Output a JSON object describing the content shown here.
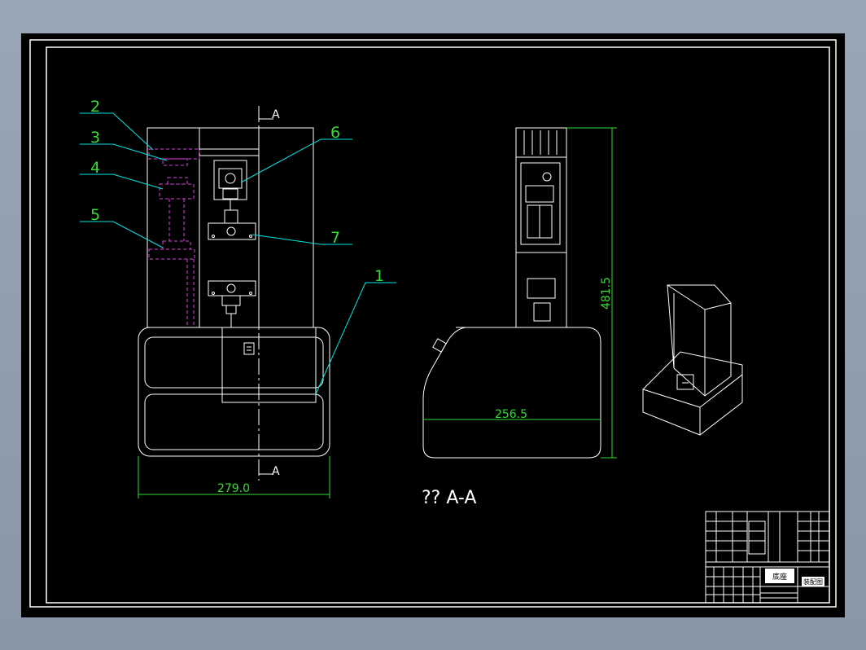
{
  "colors": {
    "paper": "#000000",
    "backdrop": "#8e9cad",
    "frame": "#ffffff",
    "leader": "#00e5e5",
    "label": "#33dd33",
    "hidden": "#e040e0",
    "dimension": "#33dd33",
    "section": "#ffffff"
  },
  "callouts": [
    "2",
    "3",
    "4",
    "5",
    "6",
    "7",
    "1"
  ],
  "dimensions": {
    "front_width": "279.0",
    "side_width": "256.5",
    "side_height": "481.5"
  },
  "section": {
    "cut_label_top": "A",
    "cut_label_bottom": "A",
    "view_title": "?? A-A"
  },
  "title_block": {
    "tag_main": "底座",
    "tag_right": "装配图"
  }
}
